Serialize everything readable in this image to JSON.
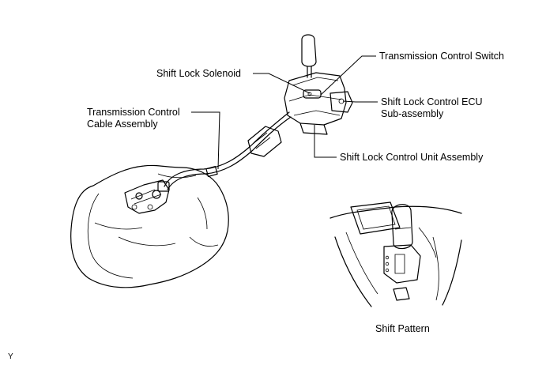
{
  "labels": {
    "transmission_control_switch": "Transmission Control Switch",
    "shift_lock_solenoid": "Shift Lock Solenoid",
    "shift_lock_control_ecu_line1": "Shift Lock Control ECU",
    "shift_lock_control_ecu_line2": "Sub-assembly",
    "transmission_control_cable_line1": "Transmission Control",
    "transmission_control_cable_line2": "Cable Assembly",
    "shift_lock_control_unit": "Shift Lock Control Unit Assembly",
    "shift_pattern": "Shift Pattern",
    "corner_mark": "Y"
  }
}
